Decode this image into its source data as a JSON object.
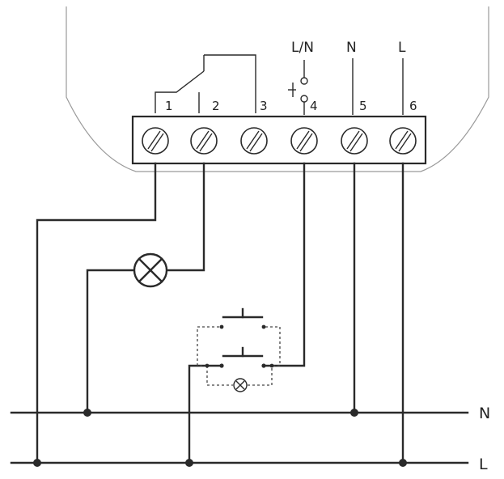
{
  "terminals": [
    "1",
    "2",
    "3",
    "4",
    "5",
    "6"
  ],
  "top_labels": {
    "ln": "L/N",
    "n": "N",
    "l": "L"
  },
  "bus_labels": {
    "n": "N",
    "l": "L"
  },
  "colors": {
    "wire": "#2a2a2a",
    "housing": "#9a9a9a",
    "background": "#ffffff"
  },
  "icons": {
    "lamp": "lamp-x-icon",
    "glow_lamp": "small-lamp-x-icon",
    "push_button": "push-button-icon",
    "relay_contact": "relay-contact-icon"
  }
}
